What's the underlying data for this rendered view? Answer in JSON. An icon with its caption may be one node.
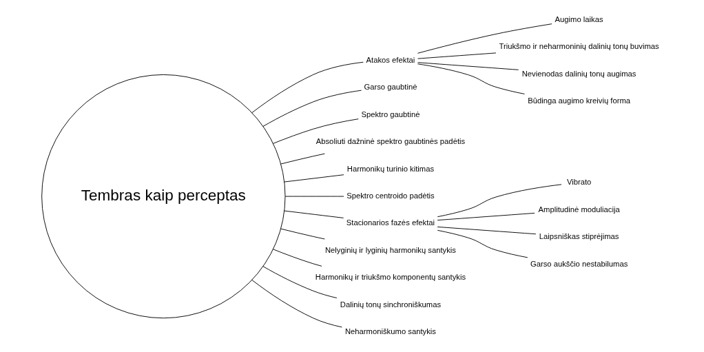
{
  "diagram": {
    "nodes": [
      {
        "text": [
          "Tembras kaip perceptas"
        ]
      },
      {
        "text": [
          "Atakos efektai"
        ]
      },
      {
        "text": [
          "Augimo laikas"
        ]
      },
      {
        "text": [
          "Triukšmo ir neharmoninių dalinių tonų buvimas"
        ]
      },
      {
        "text": [
          "Nevienodas dalinių tonų augimas"
        ]
      },
      {
        "text": [
          "Būdinga augimo kreivių forma"
        ]
      },
      {
        "text": [
          "Garso gaubtinė"
        ]
      },
      {
        "text": [
          "Spektro gaubtinė"
        ]
      },
      {
        "text": [
          "Absoliuti dažninė spektro gaubtinės padėtis"
        ]
      },
      {
        "text": [
          "Harmonikų turinio kitimas"
        ]
      },
      {
        "text": [
          "Spektro centroido padėtis"
        ]
      },
      {
        "text": [
          "Stacionarios fazės efektai"
        ]
      },
      {
        "text": [
          "Vibrato"
        ]
      },
      {
        "text": [
          "Amplitudinė moduliacija"
        ]
      },
      {
        "text": [
          "Laipsniškas stiprėjimas"
        ]
      },
      {
        "text": [
          "Garso aukščio nestabilumas"
        ]
      },
      {
        "text": [
          "Nelyginių ir lyginių harmonikų santykis"
        ]
      },
      {
        "text": [
          "Harmonikų ir triukšmo komponentų santykis"
        ]
      },
      {
        "text": [
          "Dalinių tonų sinchroniškumas"
        ]
      },
      {
        "text": [
          "Neharmoniškumo santykis"
        ]
      }
    ],
    "edges": [
      {
        "from": 0,
        "to": 1,
        "arrow": "none"
      },
      {
        "from": 1,
        "to": 2,
        "arrow": "none"
      },
      {
        "from": 1,
        "to": 3,
        "arrow": "none"
      },
      {
        "from": 1,
        "to": 4,
        "arrow": "none"
      },
      {
        "from": 1,
        "to": 5,
        "arrow": "none"
      },
      {
        "from": 0,
        "to": 6,
        "arrow": "none"
      },
      {
        "from": 0,
        "to": 7,
        "arrow": "none"
      },
      {
        "from": 0,
        "to": 8,
        "arrow": "none"
      },
      {
        "from": 0,
        "to": 9,
        "arrow": "none"
      },
      {
        "from": 0,
        "to": 10,
        "arrow": "none"
      },
      {
        "from": 0,
        "to": 11,
        "arrow": "none"
      },
      {
        "from": 11,
        "to": 12,
        "arrow": "none"
      },
      {
        "from": 11,
        "to": 13,
        "arrow": "none"
      },
      {
        "from": 11,
        "to": 14,
        "arrow": "none"
      },
      {
        "from": 11,
        "to": 15,
        "arrow": "none"
      },
      {
        "from": 0,
        "to": 16,
        "arrow": "none"
      },
      {
        "from": 0,
        "to": 17,
        "arrow": "none"
      },
      {
        "from": 0,
        "to": 18,
        "arrow": "none"
      },
      {
        "from": 0,
        "to": 19,
        "arrow": "none"
      }
    ]
  }
}
